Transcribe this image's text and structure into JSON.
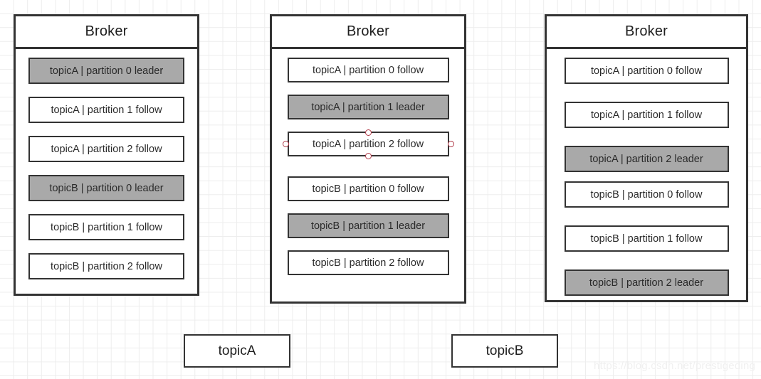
{
  "diagram": {
    "watermark": "https://blog.csdn.net/prestigeding",
    "colors": {
      "leader_fill": "#a9a9a9",
      "follower_fill": "#ffffff",
      "border": "#333333",
      "handle_stroke": "#b03a48",
      "grid": "#ededed",
      "watermark": "#f0f0f0"
    },
    "brokers": [
      {
        "title": "Broker",
        "partitions": [
          {
            "label": "topicA | partition 0 leader",
            "role": "leader",
            "selected": false
          },
          {
            "label": "topicA | partition 1 follow",
            "role": "follower",
            "selected": false
          },
          {
            "label": "topicA | partition 2 follow",
            "role": "follower",
            "selected": false
          },
          {
            "label": "topicB | partition 0 leader",
            "role": "leader",
            "selected": false
          },
          {
            "label": "topicB | partition 1 follow",
            "role": "follower",
            "selected": false
          },
          {
            "label": "topicB | partition 2 follow",
            "role": "follower",
            "selected": false
          }
        ]
      },
      {
        "title": "Broker",
        "partitions": [
          {
            "label": "topicA | partition 0 follow",
            "role": "follower",
            "selected": false
          },
          {
            "label": "topicA | partition 1 leader",
            "role": "leader",
            "selected": false
          },
          {
            "label": "topicA | partition 2 follow",
            "role": "follower",
            "selected": true
          },
          {
            "label": "topicB | partition 0 follow",
            "role": "follower",
            "selected": false
          },
          {
            "label": "topicB | partition 1 leader",
            "role": "leader",
            "selected": false
          },
          {
            "label": "topicB | partition 2 follow",
            "role": "follower",
            "selected": false
          }
        ]
      },
      {
        "title": "Broker",
        "partitions": [
          {
            "label": "topicA | partition 0 follow",
            "role": "follower",
            "selected": false
          },
          {
            "label": "topicA | partition 1 follow",
            "role": "follower",
            "selected": false
          },
          {
            "label": "topicA | partition 2 leader",
            "role": "leader",
            "selected": false
          },
          {
            "label": "topicB | partition 0 follow",
            "role": "follower",
            "selected": false
          },
          {
            "label": "topicB | partition 1 follow",
            "role": "follower",
            "selected": false
          },
          {
            "label": "topicB | partition 2 leader",
            "role": "leader",
            "selected": false
          }
        ]
      }
    ],
    "topics": [
      {
        "label": "topicA"
      },
      {
        "label": "topicB"
      }
    ]
  }
}
